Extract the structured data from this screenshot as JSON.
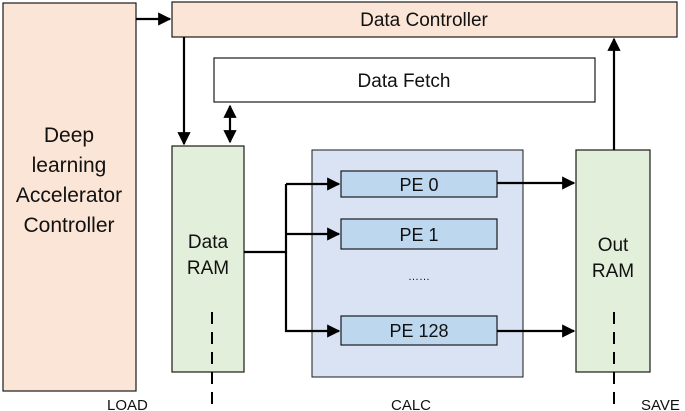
{
  "blocks": {
    "dla_controller": [
      "Deep",
      "learning",
      "Accelerator",
      "Controller"
    ],
    "data_controller": "Data Controller",
    "data_fetch": "Data Fetch",
    "data_ram": [
      "Data",
      "RAM"
    ],
    "out_ram": [
      "Out",
      "RAM"
    ],
    "pe_units": [
      "PE 0",
      "PE 1",
      "PE 128"
    ],
    "pe_ellipsis": "……"
  },
  "phases": [
    "LOAD",
    "CALC",
    "SAVE"
  ],
  "colors": {
    "controller_fill": "#fbe5d6",
    "ram_fill": "#e2efda",
    "calc_panel_fill": "#dae3f3",
    "pe_fill": "#bdd7ee",
    "fetch_fill": "#ffffff",
    "stroke": "#1a1a1a"
  }
}
